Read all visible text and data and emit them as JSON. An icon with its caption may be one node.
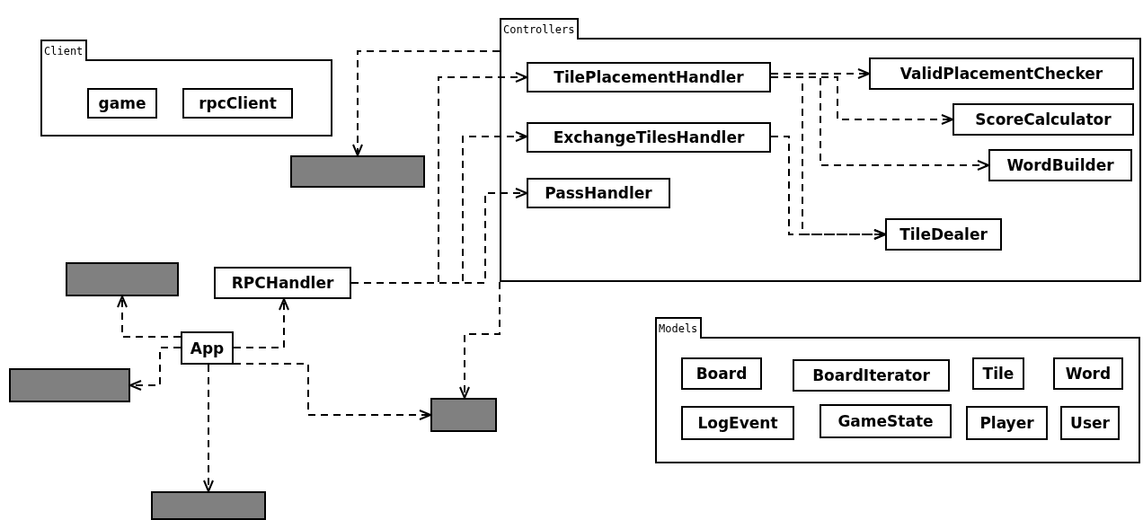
{
  "diagram": {
    "nodes": [
      {
        "text": [
          "Client"
        ]
      },
      {
        "text": [
          "game"
        ],
        "in": 0
      },
      {
        "text": [
          "rpcClient"
        ],
        "in": 0
      },
      {
        "text": [
          "Controllers"
        ]
      },
      {
        "text": [
          "TilePlacementHandler"
        ],
        "in": 3
      },
      {
        "text": [
          "ExchangeTilesHandler"
        ],
        "in": 3
      },
      {
        "text": [
          "PassHandler"
        ],
        "in": 3
      },
      {
        "text": [
          "ValidPlacementChecker"
        ],
        "in": 3
      },
      {
        "text": [
          "ScoreCalculator"
        ],
        "in": 3
      },
      {
        "text": [
          "WordBuilder"
        ],
        "in": 3
      },
      {
        "text": [
          "TileDealer"
        ],
        "in": 3
      },
      {
        "text": [],
        "shape": "box"
      },
      {
        "text": [
          "RPCHandler"
        ]
      },
      {
        "text": [],
        "shape": "box"
      },
      {
        "text": [
          "App"
        ]
      },
      {
        "text": [],
        "shape": "box"
      },
      {
        "text": [],
        "shape": "box"
      },
      {
        "text": [],
        "shape": "box"
      },
      {
        "text": [
          "Models"
        ]
      },
      {
        "text": [
          "Board"
        ],
        "in": 18
      },
      {
        "text": [
          "BoardIterator"
        ],
        "in": 18
      },
      {
        "text": [
          "Tile"
        ],
        "in": 18
      },
      {
        "text": [
          "Word"
        ],
        "in": 18
      },
      {
        "text": [
          "LogEvent"
        ],
        "in": 18
      },
      {
        "text": [
          "GameState"
        ],
        "in": 18
      },
      {
        "text": [
          "Player"
        ],
        "in": 18
      },
      {
        "text": [
          "User"
        ],
        "in": 18
      }
    ],
    "edges": [
      {
        "from": 3,
        "to": 11,
        "arrow": "to",
        "style": "dashed"
      },
      {
        "from": 3,
        "to": 16,
        "arrow": "to",
        "style": "dashed"
      },
      {
        "from": 12,
        "to": 4,
        "arrow": "to",
        "style": "dashed"
      },
      {
        "from": 12,
        "to": 5,
        "arrow": "to",
        "style": "dashed"
      },
      {
        "from": 12,
        "to": 6,
        "arrow": "to",
        "style": "dashed"
      },
      {
        "from": 4,
        "to": 7,
        "arrow": "to",
        "style": "dashed"
      },
      {
        "from": 4,
        "to": 8,
        "arrow": "to",
        "style": "dashed"
      },
      {
        "from": 4,
        "to": 9,
        "arrow": "to",
        "style": "dashed"
      },
      {
        "from": 4,
        "to": 10,
        "arrow": "to",
        "style": "dashed"
      },
      {
        "from": 5,
        "to": 10,
        "arrow": "to",
        "style": "dashed"
      },
      {
        "from": 14,
        "to": 13,
        "arrow": "to",
        "style": "dashed"
      },
      {
        "from": 14,
        "to": 15,
        "arrow": "to",
        "style": "dashed"
      },
      {
        "from": 14,
        "to": 12,
        "arrow": "to",
        "style": "dashed"
      },
      {
        "from": 14,
        "to": 16,
        "arrow": "to",
        "style": "dashed"
      },
      {
        "from": 14,
        "to": 17,
        "arrow": "to",
        "style": "dashed"
      }
    ]
  }
}
